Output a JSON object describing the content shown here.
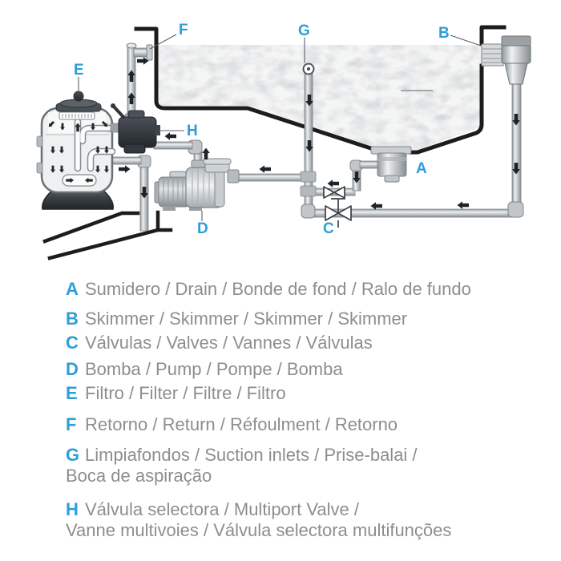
{
  "diagram": {
    "labels": {
      "a": "A",
      "b": "B",
      "c": "C",
      "d": "D",
      "e": "E",
      "f": "F",
      "g": "G",
      "h": "H"
    }
  },
  "legend": {
    "items": [
      {
        "letter": "A",
        "line1": "Sumidero / Drain / Bonde de fond / Ralo de fundo",
        "line2": ""
      },
      {
        "letter": "B",
        "line1": "Skimmer / Skimmer / Skimmer / Skimmer",
        "line2": ""
      },
      {
        "letter": "C",
        "line1": "Válvulas / Valves / Vannes / Válvulas",
        "line2": ""
      },
      {
        "letter": "D",
        "line1": "Bomba / Pump / Pompe / Bomba",
        "line2": ""
      },
      {
        "letter": "E",
        "line1": "Filtro / Filter / Filtre / Filtro",
        "line2": ""
      },
      {
        "letter": "F",
        "line1": "Retorno / Return / Réfoulment / Retorno",
        "line2": ""
      },
      {
        "letter": "G",
        "line1": "Limpiafondos / Suction inlets / Prise-balai /",
        "line2": "Boca de aspiração"
      },
      {
        "letter": "H",
        "line1": "Válvula selectora / Multiport Valve /",
        "line2": "Vanne multivoies / Válvula selectora multifunções"
      }
    ]
  },
  "colors": {
    "label_blue": "#2e9ed7",
    "legend_text": "#8b8e90",
    "wall_black": "#1c1c1c",
    "pipe_gray": "#c3c7ca",
    "water_gray": "#d5d7d9"
  }
}
